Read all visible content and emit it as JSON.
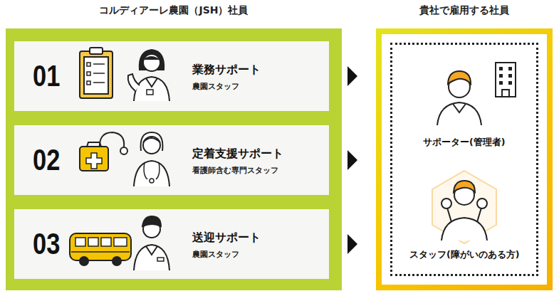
{
  "diagram": {
    "nodes": [
      {
        "text": [
          "コルディアーレ農園（JSH）社員"
        ]
      },
      {
        "text": [
          "01",
          "業務サポート",
          "農園スタッフ"
        ],
        "in": 0
      },
      {
        "text": [
          "02",
          "定着支援サポート",
          "看護師含む専門スタッフ"
        ],
        "in": 0
      },
      {
        "text": [
          "03",
          "送迎サポート",
          "農園スタッフ"
        ],
        "in": 0
      },
      {
        "text": [
          "貴社で雇用する社員"
        ]
      }
    ],
    "edges": [
      {
        "from": 1,
        "to": 4,
        "arrow": "to"
      },
      {
        "from": 2,
        "to": 4,
        "arrow": "to"
      },
      {
        "from": 3,
        "to": 4,
        "arrow": "to"
      }
    ],
    "labels": [
      "サポーター(管理者)",
      "スタッフ(障がいのある方)"
    ]
  }
}
